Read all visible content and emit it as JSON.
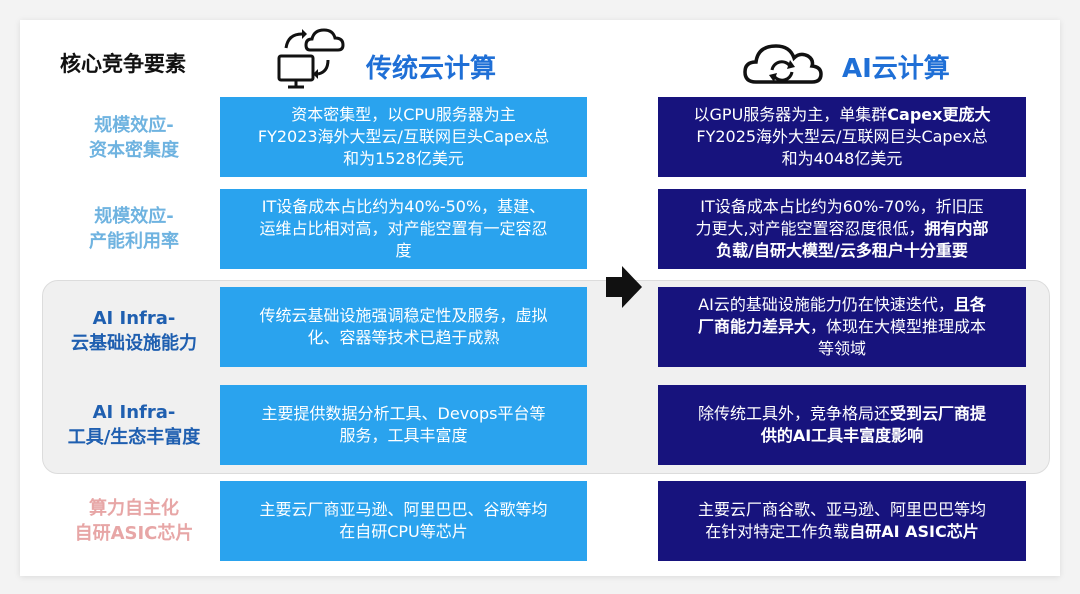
{
  "header": {
    "factors_title": "核心竞争要素",
    "traditional_title": "传统云计算",
    "ai_title": "AI云计算"
  },
  "rows": [
    {
      "label_line1": "规模效应-",
      "label_line2": "资本密集度",
      "traditional": [
        "资本密集型，以CPU服务器为主",
        "FY2023海外大型云/互联网巨头Capex总",
        "和为1528亿美元"
      ],
      "ai": {
        "line1_pre": "以GPU服务器为主，单集群",
        "line1_bold": "Capex更庞大",
        "line2": "FY2025海外大型云/互联网巨头Capex总",
        "line3": "和为4048亿美元"
      }
    },
    {
      "label_line1": "规模效应-",
      "label_line2": "产能利用率",
      "traditional": [
        "IT设备成本占比约为40%-50%，基建、",
        "运维占比相对高，对产能空置有一定容忍",
        "度"
      ],
      "ai": {
        "line1": "IT设备成本占比约为60%-70%，折旧压",
        "line2_pre": "力更大,对产能空置容忍度很低，",
        "line2_bold": "拥有内部",
        "line3_bold": "负载/自研大模型/云多租户十分重要"
      }
    },
    {
      "label_line1": "AI Infra-",
      "label_line2": "云基础设施能力",
      "traditional": [
        "传统云基础设施强调稳定性及服务，虚拟",
        "化、容器等技术已趋于成熟"
      ],
      "ai": {
        "line1_pre": "AI云的基础设施能力仍在快速迭代，",
        "line1_bold": "且各",
        "line2_bold": "厂商能力差异大",
        "line2_post": "，体现在大模型推理成本",
        "line3": "等领域"
      }
    },
    {
      "label_line1": "AI Infra-",
      "label_line2": "工具/生态丰富度",
      "traditional": [
        "主要提供数据分析工具、Devops平台等",
        "服务，工具丰富度"
      ],
      "ai": {
        "line1_pre": "除传统工具外，竞争格局还",
        "line1_bold": "受到云厂商提",
        "line2_bold": "供的AI工具丰富度影响"
      }
    },
    {
      "label_line1": "算力自主化",
      "label_line2": "自研ASIC芯片",
      "traditional": [
        "主要云厂商亚马逊、阿里巴巴、谷歌等均",
        "在自研CPU等芯片"
      ],
      "ai": {
        "line1": "主要云厂商谷歌、亚马逊、阿里巴巴等均",
        "line2_pre": "在针对特定工作负载",
        "line2_bold": "自研AI ASIC芯片"
      }
    }
  ],
  "colors": {
    "traditional_box": "#2aa3ee",
    "ai_box": "#17137d",
    "title_blue": "#1f6fd6",
    "label_light_blue": "#6fb3e0",
    "label_dark_blue": "#1f5fb0",
    "label_pink": "#e7a6a6"
  },
  "icons": {
    "traditional": "cloud-computer-sync-icon",
    "ai": "cloud-sync-icon",
    "arrow": "right-arrow-icon"
  }
}
